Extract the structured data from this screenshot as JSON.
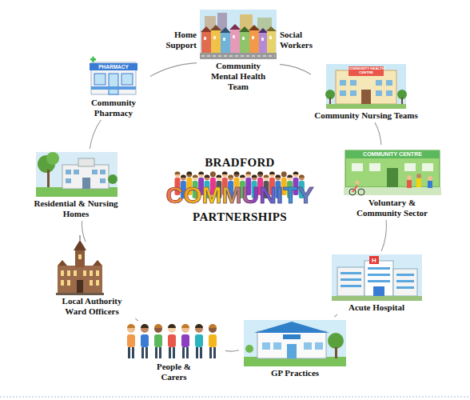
{
  "diagram": {
    "nodes": [
      {
        "text": [
          "Community Mental Health Team"
        ]
      },
      {
        "text": [
          "Community Pharmacy"
        ]
      },
      {
        "text": [
          "Community Nursing Teams"
        ]
      },
      {
        "text": [
          "Residential & Nursing Homes"
        ]
      },
      {
        "text": [
          "Voluntary & Community Sector"
        ]
      },
      {
        "text": [
          "Local Authority Ward Officers"
        ]
      },
      {
        "text": [
          "Acute Hospital"
        ]
      },
      {
        "text": [
          "People & Carers"
        ]
      },
      {
        "text": [
          "GP Practices"
        ]
      }
    ],
    "edges": [
      {
        "from": 0,
        "to": 2,
        "arrow": "none"
      },
      {
        "from": 2,
        "to": 4,
        "arrow": "none"
      },
      {
        "from": 4,
        "to": 6,
        "arrow": "none"
      },
      {
        "from": 6,
        "to": 8,
        "arrow": "none"
      },
      {
        "from": 8,
        "to": 7,
        "arrow": "none"
      },
      {
        "from": 7,
        "to": 5,
        "arrow": "none"
      },
      {
        "from": 5,
        "to": 3,
        "arrow": "none"
      },
      {
        "from": 3,
        "to": 1,
        "arrow": "none"
      },
      {
        "from": 1,
        "to": 0,
        "arrow": "none"
      }
    ],
    "labels": [
      "Home Support",
      "Social Workers",
      "BRADFORD",
      "COMMUNITY",
      "PARTNERSHIPS",
      "PHARMACY",
      "COMMUNITY HEALTH CENTRE",
      "COMMUNITY CENTRE"
    ]
  }
}
